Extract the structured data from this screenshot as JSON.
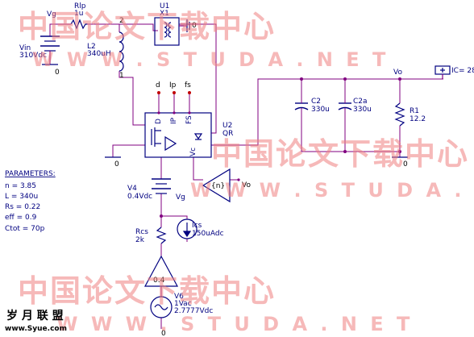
{
  "schematic": {
    "vin": {
      "name": "Vin",
      "value": "310Vdc",
      "node": "Vg",
      "gnd": "0"
    },
    "rlp": {
      "name": "Rlp",
      "value": "1u"
    },
    "l2": {
      "name": "L2",
      "value": "340uH",
      "pin_top": "2",
      "pin_bottom": "1"
    },
    "u1": {
      "name": "U1",
      "part": "X1",
      "gnd": "0"
    },
    "u2": {
      "name": "U2",
      "part": "QR",
      "pins_top": [
        "d",
        "Ip",
        "fs"
      ],
      "pins_side": [
        "D",
        "IP",
        "FS"
      ],
      "pin_ctrl": "Vc",
      "gnd": "0"
    },
    "vo": {
      "node": "Vo",
      "ic": "IC= 28"
    },
    "c2": {
      "name": "C2",
      "value": "330u"
    },
    "c2a": {
      "name": "C2a",
      "value": "330u"
    },
    "r1": {
      "name": "R1",
      "value": "12.2",
      "gnd": "0"
    },
    "gain_block": {
      "label": "{n}",
      "input": "Vo"
    },
    "v4": {
      "name": "V4",
      "value": "0.4Vdc",
      "node": "Vg"
    },
    "rcs": {
      "name": "Rcs",
      "value": "2k"
    },
    "ics": {
      "name": "Ics",
      "value": "150uAdc"
    },
    "buffer": {
      "label": "0.4"
    },
    "v6": {
      "name": "V6",
      "ac": "1Vac",
      "dc": "2.7777Vdc",
      "gnd": "0"
    }
  },
  "parameters": {
    "title": "PARAMETERS:",
    "items": [
      "n = 3.85",
      "L = 340u",
      "Rs = 0.22",
      "eff = 0.9",
      "Ctot = 70p"
    ]
  },
  "watermarks": {
    "cn": "中国论文下载中心",
    "en": "W W W . S T U D A . N E T"
  },
  "logo": {
    "cn": "岁 月 联 盟",
    "url": "www.Syue.com"
  },
  "colors": {
    "wire": "#800080",
    "component": "#000080",
    "label": "#000080",
    "watermark": "#f08080"
  }
}
